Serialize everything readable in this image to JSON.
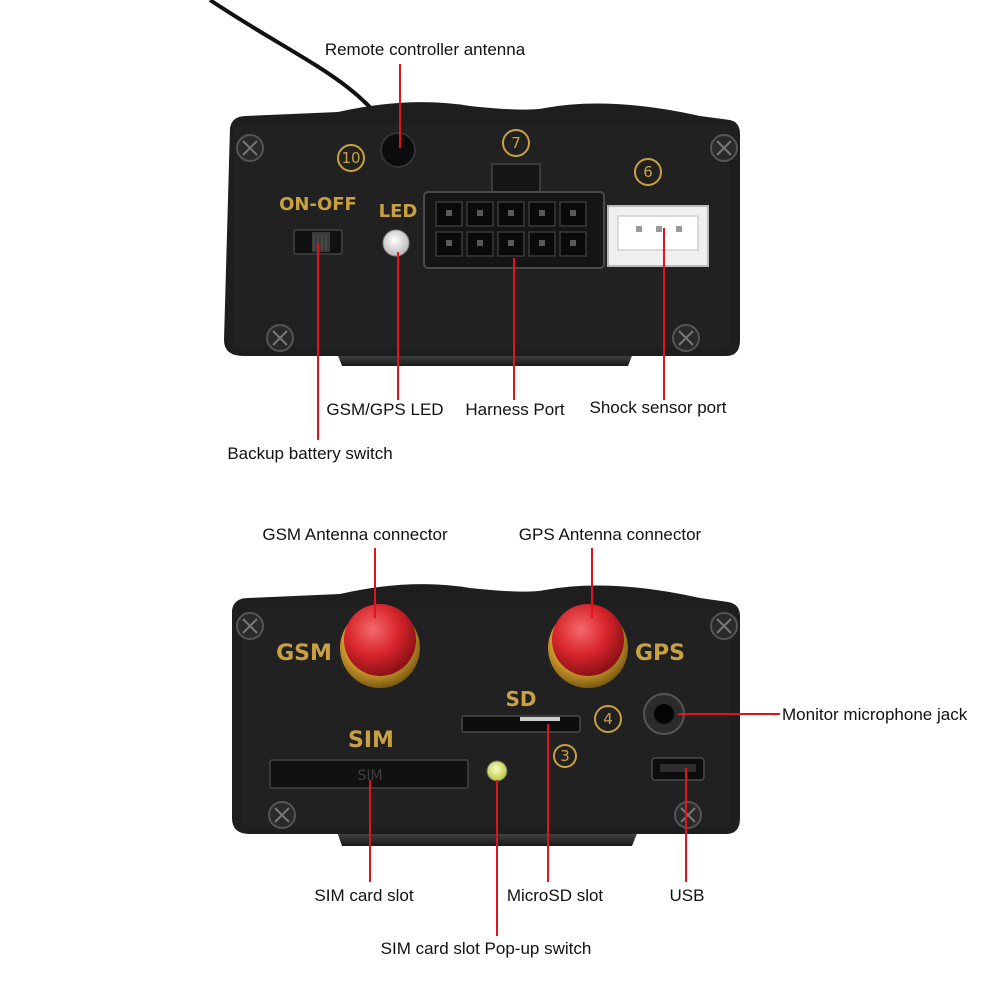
{
  "colors": {
    "panel": "#1e1e1e",
    "gold": "#c9a042",
    "leader": "#e0141e",
    "connector_red": "#d8262c"
  },
  "top_device": {
    "panel_labels": {
      "on_off": "ON-OFF",
      "led": "LED",
      "num_10": "10",
      "num_7": "7",
      "num_6": "6"
    },
    "callouts": {
      "remote_antenna": "Remote controller antenna",
      "gsm_gps_led": "GSM/GPS LED",
      "harness_port": "Harness Port",
      "shock_sensor_port": "Shock sensor port",
      "backup_battery_switch": "Backup battery switch"
    }
  },
  "bottom_device": {
    "panel_labels": {
      "gsm": "GSM",
      "gps": "GPS",
      "sd": "SD",
      "sim": "SIM",
      "sim_slot_text": "SIM",
      "num_4": "4",
      "num_3": "3"
    },
    "callouts": {
      "gsm_antenna": "GSM Antenna connector",
      "gps_antenna": "GPS Antenna connector",
      "monitor_mic": "Monitor microphone jack",
      "sim_slot": "SIM card slot",
      "microsd_slot": "MicroSD slot",
      "usb": "USB",
      "sim_popup": "SIM card slot Pop-up switch"
    }
  }
}
